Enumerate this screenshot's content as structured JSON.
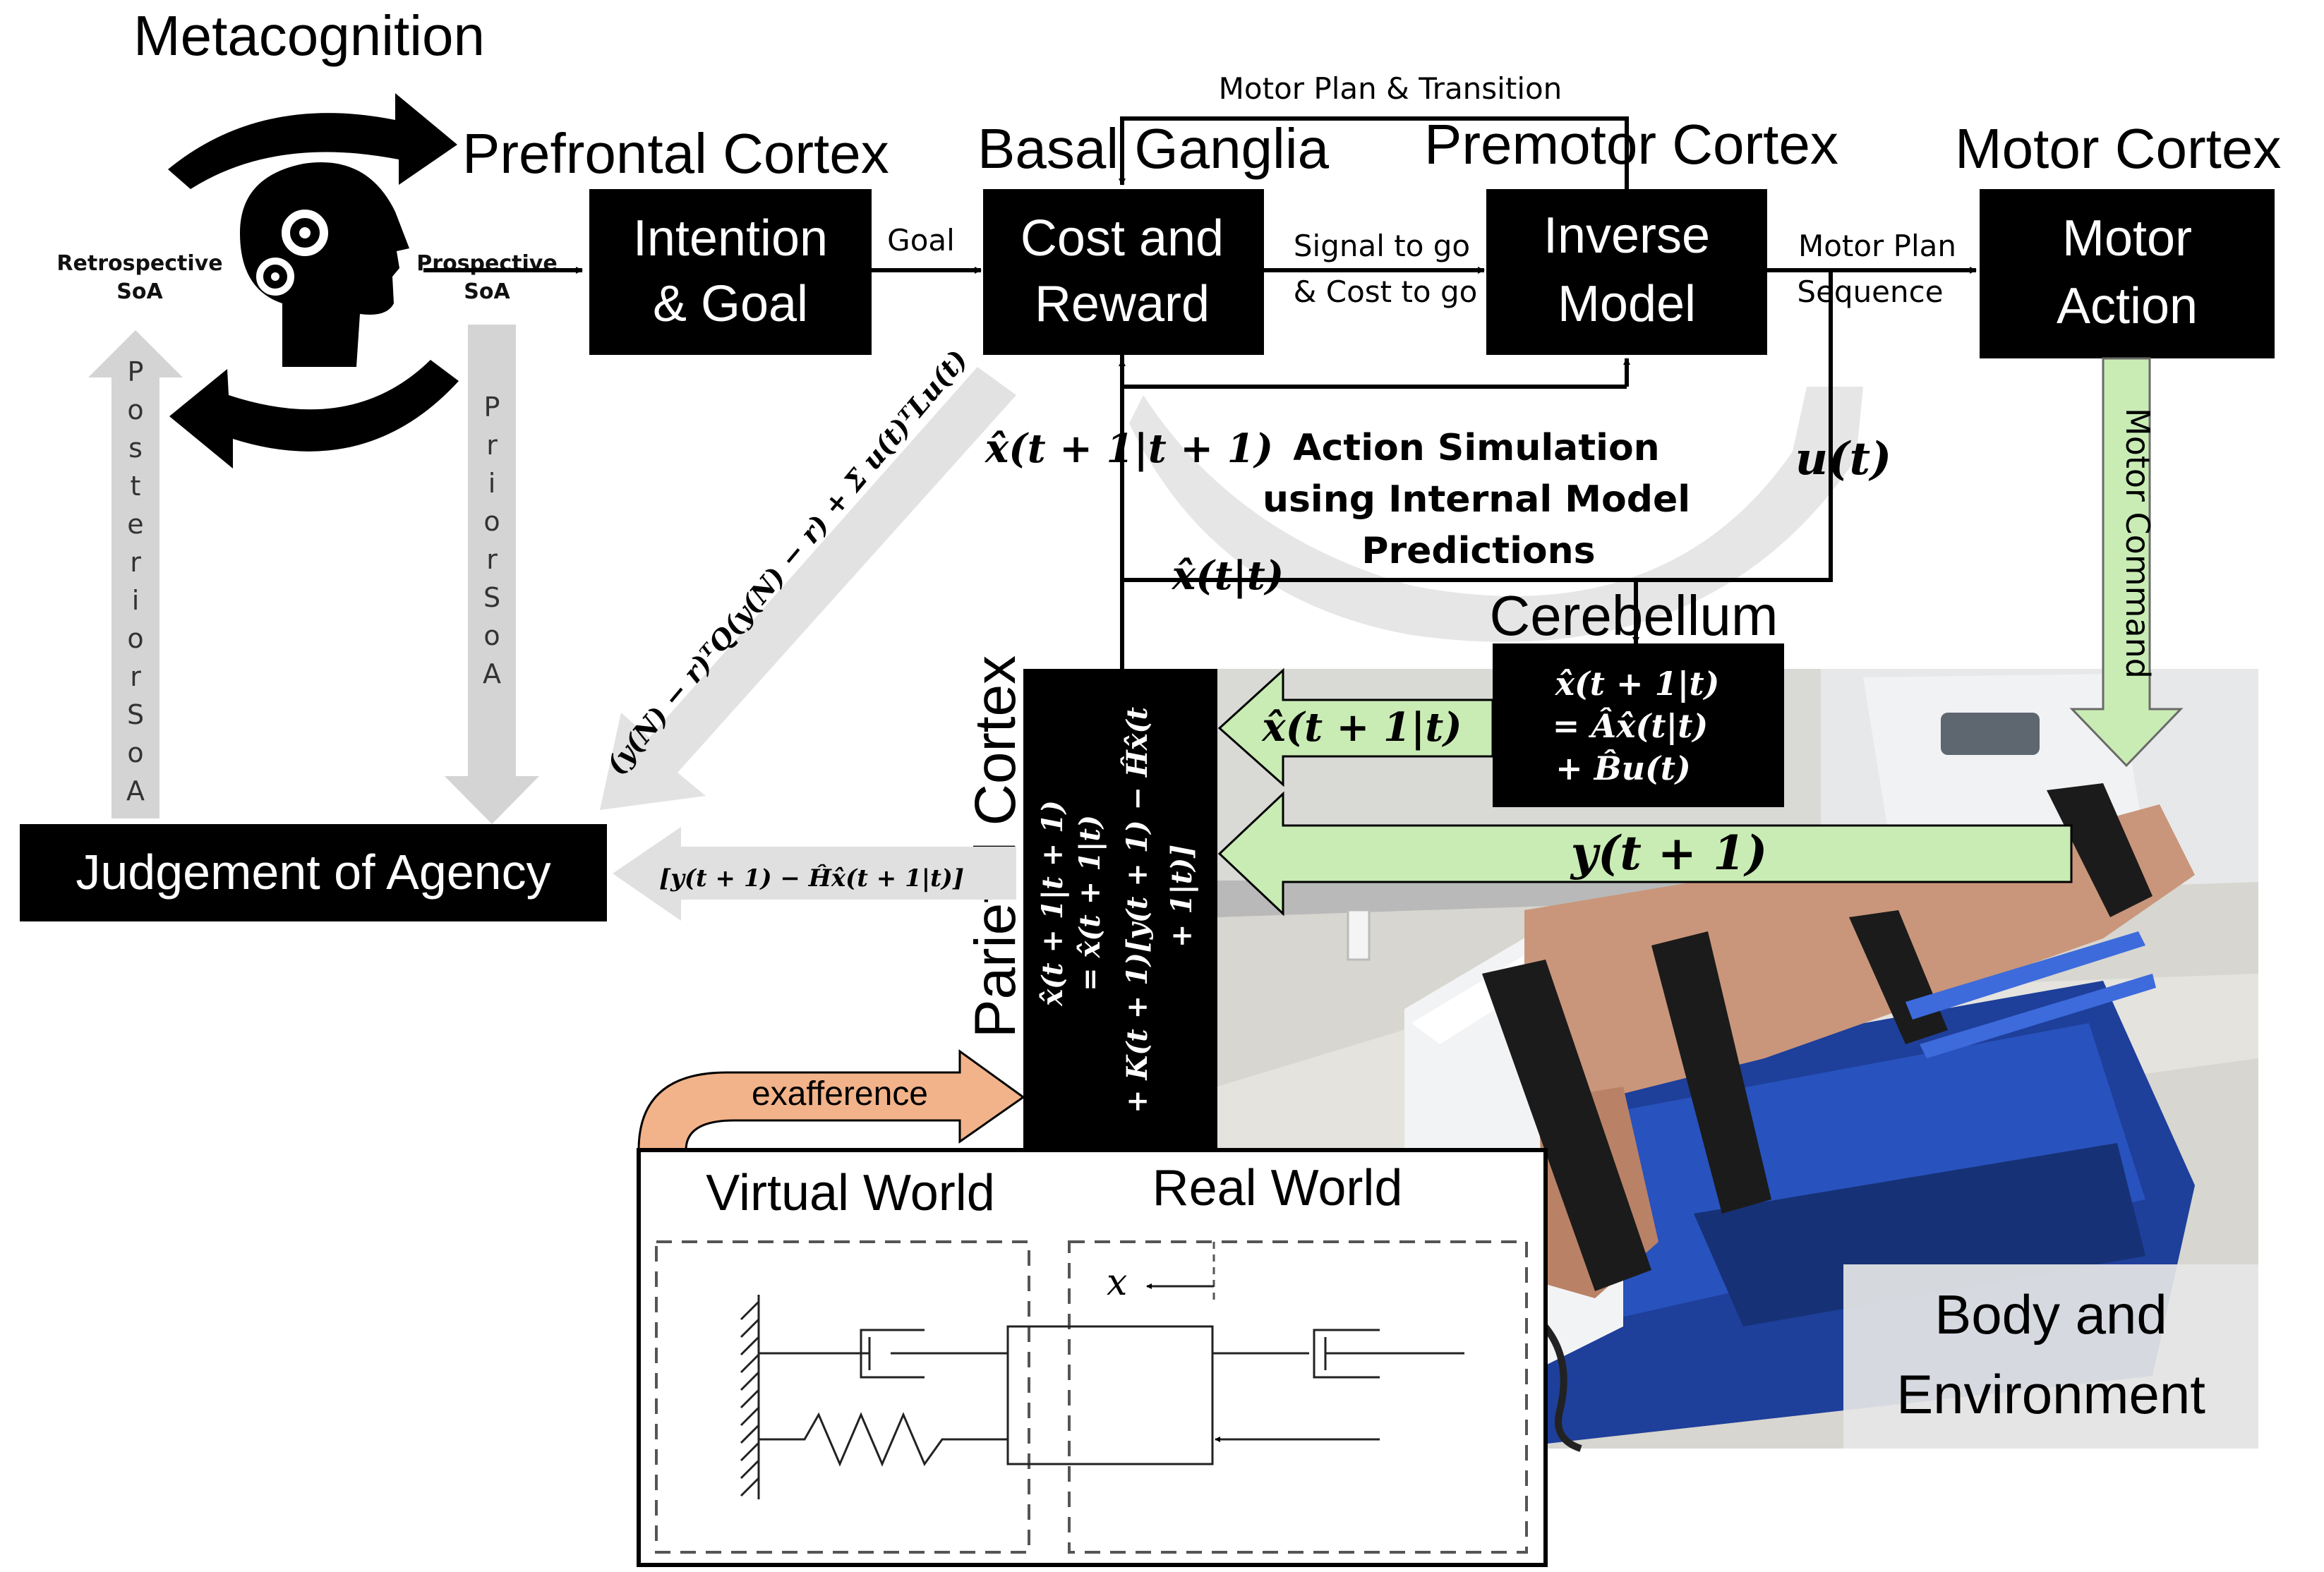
{
  "metacognition": {
    "title": "Metacognition",
    "retro": [
      "Retrospective",
      "SoA"
    ],
    "pro": [
      "Prospective",
      "SoA"
    ]
  },
  "regions": {
    "prefrontal": "Prefrontal Cortex",
    "basal": "Basal Ganglia",
    "premotor": "Premotor Cortex",
    "motor": "Motor Cortex",
    "cerebellum": "Cerebellum",
    "parietal": "Parietal Cortex"
  },
  "boxes": {
    "intention": [
      "Intention",
      "& Goal"
    ],
    "cost": [
      "Cost and",
      "Reward"
    ],
    "inverse": [
      "Inverse",
      "Model"
    ],
    "motor_action": [
      "Motor",
      "Action"
    ],
    "judgement": "Judgement of Agency",
    "cerebellum_eq": [
      "x̂(t + 1|t)",
      "= Âx̂(t|t)",
      "+ B̂u(t)"
    ],
    "parietal_eq": [
      "x̂(t + 1|t + 1)",
      "= x̂(t + 1|t)",
      "+ K(t + 1)[y(t + 1) − Ĥx̂(t",
      "+ 1|t)]"
    ]
  },
  "arrows": {
    "goal": "Goal",
    "signal": [
      "Signal to go",
      "& Cost to go"
    ],
    "motor_plan": [
      "Motor Plan",
      "Sequence"
    ],
    "transition": "Motor Plan & Transition",
    "motor_command": "Motor Command",
    "posterior": "Posterior SoA",
    "prior": "Prior SoA",
    "exafference": "exafference"
  },
  "math": {
    "x_pred": "x̂(t + 1|t + 1)",
    "x_now": "x̂(t|t)",
    "u": "u(t)",
    "x_next": "x̂(t + 1|t)",
    "y_next": "y(t + 1)",
    "cost_fn": "(y(N) − r)ᵀQ(y(N) − r) + Σ u(t)ᵀLu(t)",
    "innovation": "[y(t + 1) − Ĥx̂(t + 1|t)]"
  },
  "simulation": [
    "Action Simulation",
    "using Internal Model",
    "Predictions"
  ],
  "worlds": {
    "virtual": "Virtual World",
    "real": "Real World",
    "x_label": "x"
  },
  "body": [
    "Body and",
    "Environment"
  ]
}
